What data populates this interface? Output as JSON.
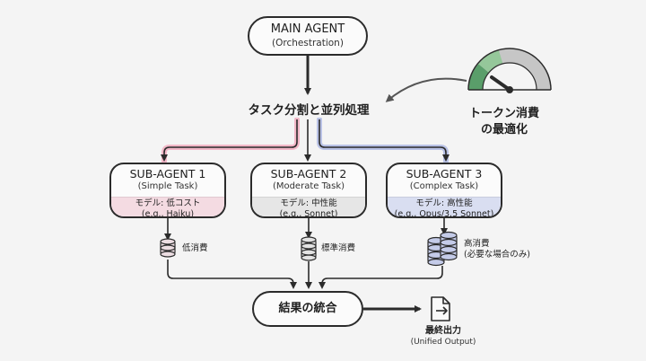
{
  "main_agent": {
    "title": "MAIN AGENT",
    "subtitle": "(Orchestration)"
  },
  "split_label": "タスク分割と並列処理",
  "token_optimization": {
    "line1": "トークン消費",
    "line2": "の最適化"
  },
  "sub_agents": [
    {
      "name": "SUB-AGENT 1",
      "desc": "(Simple Task)",
      "model_line1": "モデル: 低コスト",
      "model_line2": "(e.g., Haiku)",
      "cost": "低消費",
      "color": "#f4dbe2",
      "line_color": "#f2b8c8"
    },
    {
      "name": "SUB-AGENT 2",
      "desc": "(Moderate Task)",
      "model_line1": "モデル: 中性能",
      "model_line2": "(e.g., Sonnet)",
      "cost": "標準消費",
      "color": "#e6e6e6",
      "line_color": "#c9c9c9"
    },
    {
      "name": "SUB-AGENT 3",
      "desc": "(Complex Task)",
      "model_line1": "モデル: 高性能",
      "model_line2": "(e.g., Opus/3.5 Sonnet)",
      "cost_line1": "高消費",
      "cost_line2": "(必要な場合のみ)",
      "color": "#d9def1",
      "line_color": "#b9c2e6"
    }
  ],
  "result": {
    "title": "結果の統合"
  },
  "output": {
    "label": "最終出力",
    "sublabel": "(Unified Output)",
    "icon": "export-document-icon"
  },
  "icons": {
    "gauge": "gauge-icon",
    "coins": "coin-stack-icon"
  },
  "colors": {
    "pink": "#f2b8c8",
    "blue": "#b9c2e6",
    "gauge_green": "#5a9e6a",
    "stroke": "#2b2b2b"
  }
}
